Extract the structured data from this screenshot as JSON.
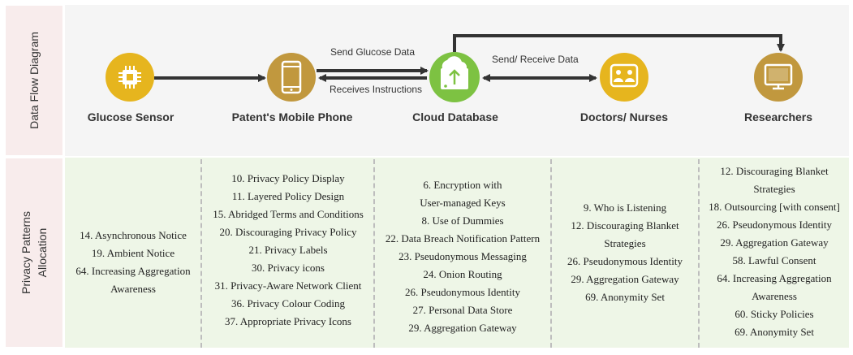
{
  "lanes": {
    "flow": "Data Flow Diagram",
    "patterns_line1": "Privacy Patterns",
    "patterns_line2": "Allocation"
  },
  "nodes": [
    {
      "id": "sensor",
      "label": "Glucose Sensor",
      "icon": "chip-icon"
    },
    {
      "id": "phone",
      "label": "Patent's Mobile Phone",
      "icon": "phone-icon"
    },
    {
      "id": "cloud",
      "label": "Cloud Database",
      "icon": "cloud-upload-icon"
    },
    {
      "id": "doctors",
      "label": "Doctors/ Nurses",
      "icon": "doctors-icon"
    },
    {
      "id": "researchers",
      "label": "Researchers",
      "icon": "monitor-icon"
    }
  ],
  "edges": {
    "send_glucose": "Send Glucose Data",
    "receives_instructions": "Receives Instructions",
    "send_receive": "Send/ Receive Data"
  },
  "colors": {
    "gold": "#e6b51e",
    "bronze": "#c1983e",
    "green": "#7dc242",
    "arrow": "#333333"
  },
  "columns": [
    [
      "14. Asynchronous Notice",
      "19. Ambient Notice",
      "64. Increasing Aggregation",
      "Awareness"
    ],
    [
      "10. Privacy Policy Display",
      "11. Layered Policy Design",
      "15. Abridged Terms and Conditions",
      "20. Discouraging Privacy Policy",
      "21. Privacy Labels",
      "30. Privacy icons",
      "31. Privacy-Aware Network Client",
      "36. Privacy Colour Coding",
      "37. Appropriate Privacy Icons"
    ],
    [
      "6. Encryption with",
      "User-managed Keys",
      "8. Use of Dummies",
      "22. Data Breach Notification Pattern",
      "23. Pseudonymous Messaging",
      "24. Onion Routing",
      "26. Pseudonymous Identity",
      "27. Personal Data Store",
      "29. Aggregation Gateway"
    ],
    [
      "9. Who is Listening",
      "12. Discouraging Blanket",
      "Strategies",
      "26. Pseudonymous Identity",
      "29. Aggregation Gateway",
      "69. Anonymity Set"
    ],
    [
      "12. Discouraging Blanket",
      "Strategies",
      "18. Outsourcing [with consent]",
      "26. Pseudonymous Identity",
      "29. Aggregation Gateway",
      "58. Lawful Consent",
      "64. Increasing Aggregation",
      "Awareness",
      "60. Sticky Policies",
      "69. Anonymity Set"
    ]
  ]
}
